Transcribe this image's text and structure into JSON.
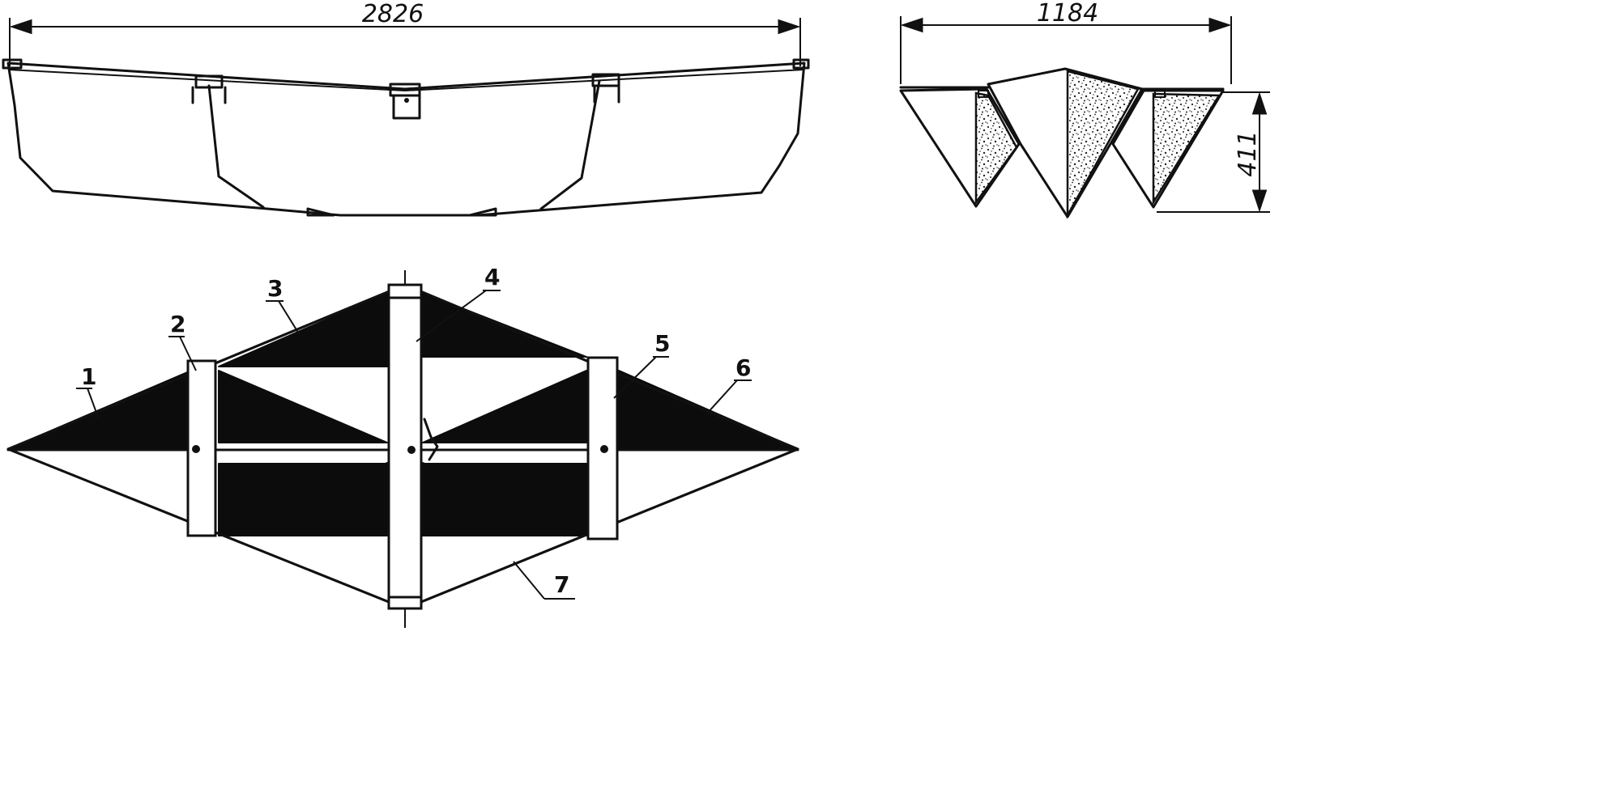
{
  "dimensions": {
    "length": "2826",
    "width": "1184",
    "height": "411"
  },
  "callouts": [
    "1",
    "2",
    "3",
    "4",
    "5",
    "6",
    "7"
  ],
  "colors": {
    "ink": "#111111",
    "background": "#ffffff"
  }
}
